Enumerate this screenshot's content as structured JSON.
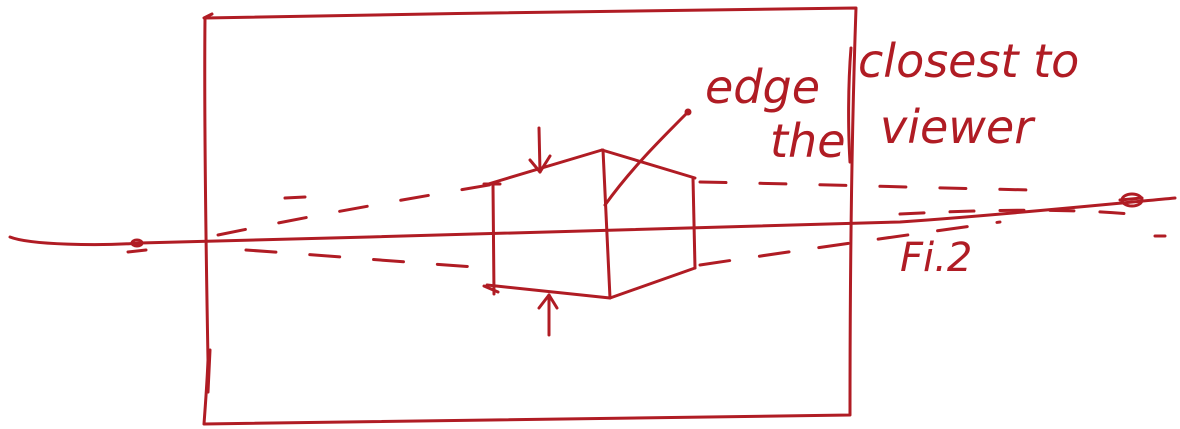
{
  "labels": {
    "edge": "edge",
    "the": "the",
    "closest": "closest to",
    "viewer": "viewer",
    "figure": "Fi.2"
  },
  "colors": {
    "ink": "#b01c24",
    "background": "#ffffff"
  }
}
